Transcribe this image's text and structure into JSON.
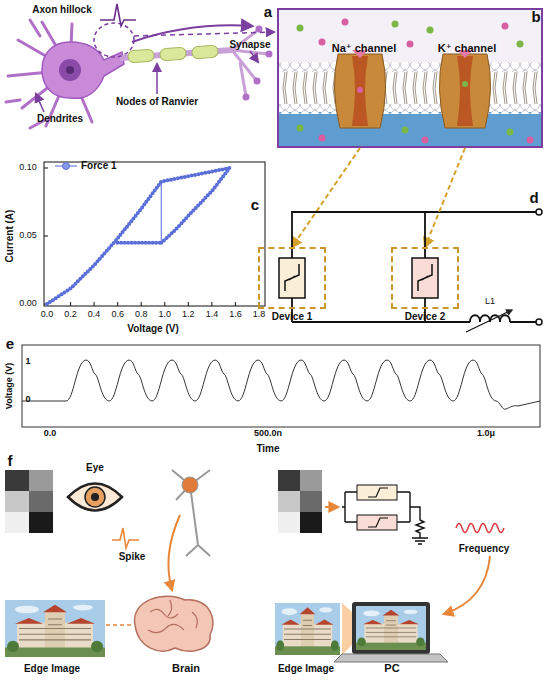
{
  "diagram": {
    "nodes": [
      {
        "text": [
          "Na⁺ channel",
          "K⁺ channel"
        ]
      },
      {
        "text": [
          "Device 1"
        ]
      },
      {
        "text": [
          "Device 2"
        ]
      }
    ],
    "edges": [
      {
        "from": 0,
        "to": 1,
        "arrow": "to"
      },
      {
        "from": 0,
        "to": 2,
        "arrow": "to"
      },
      {
        "from": 1,
        "to": 2,
        "arrow": "none"
      }
    ],
    "labels": [
      "a",
      "Axon hillock",
      "Dendrites",
      "Nodes of Ranvier",
      "Synapse",
      "b",
      "c",
      "0.10",
      "0.05",
      "0.00",
      "Current (A)",
      "0.0",
      "0.2",
      "0.4",
      "0.6",
      "0.8",
      "1.0",
      "1.2",
      "1.4",
      "1.6",
      "1.8",
      "Voltage (V)",
      "d",
      "L1",
      "e",
      "1",
      "0",
      "Voltage (V)",
      "0.0",
      "500.0n",
      "1.0μ",
      "Time",
      "f",
      "Eye",
      "Spike",
      "Edge Image",
      "Brain",
      "Frequency",
      "Edge Image",
      "PC"
    ],
    "legend": [
      {
        "text": "Force 1"
      }
    ]
  }
}
